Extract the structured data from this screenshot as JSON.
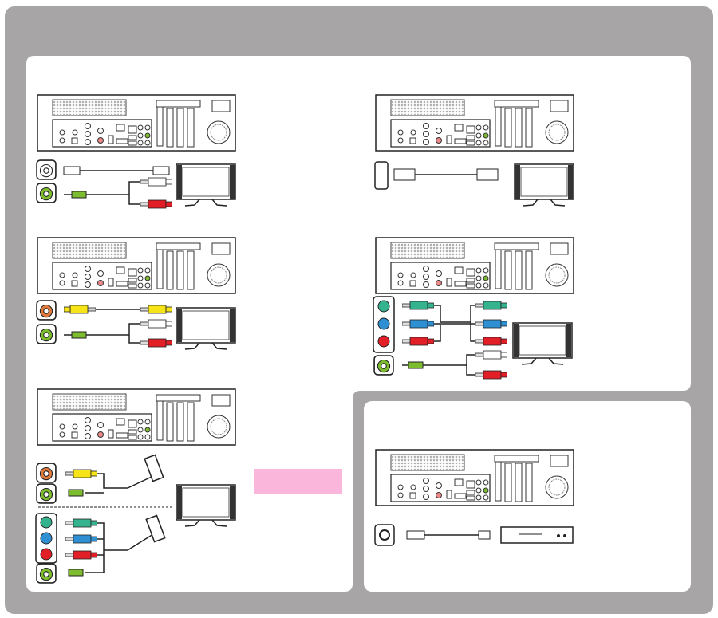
{
  "colors": {
    "background": "#a7a5a6",
    "panel": "#ffffff",
    "note_box": "#fbb6dc",
    "audio_green": "#7dbb2f",
    "video_yellow": "#f6e418",
    "red": "#e21f26",
    "white": "#ffffff",
    "component_green": "#35b38f",
    "component_blue": "#2e8fd2",
    "composite_orange": "#e07a3c"
  },
  "sections": [
    {
      "id": "s-video",
      "connection": "s-video-and-stereo-audio"
    },
    {
      "id": "hdmi",
      "connection": "hdmi"
    },
    {
      "id": "composite",
      "connection": "composite-video-and-stereo-audio"
    },
    {
      "id": "component",
      "connection": "component-video-and-stereo-audio"
    },
    {
      "id": "scart",
      "connection": "scart"
    },
    {
      "id": "tv-antenna",
      "connection": "coax-to-set-top-box"
    }
  ]
}
